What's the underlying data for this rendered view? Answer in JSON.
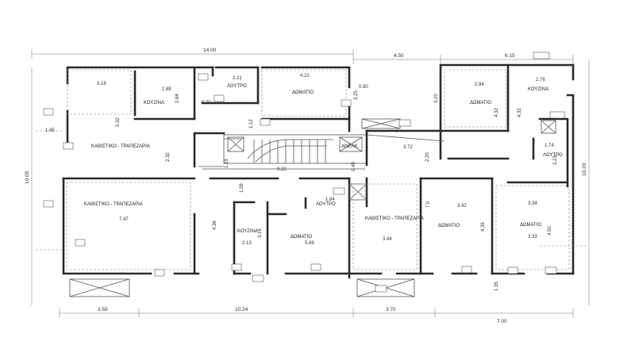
{
  "rooms": {
    "kitchen_top_left": "ΚΟΥΖΙΝΑ",
    "living_top_left": "ΚΑΘΙΣΤΙΚΟ - ΤΡΑΠΕΖΑΡΙΑ",
    "bath_top": "ΛΟΥΤΡΟ",
    "bedroom_top_mid": "ΔΩΜΑΤΙΟ",
    "elevator": "ΑΝΕΛΚ.",
    "bedroom_top_right": "ΔΩΜΑΤΙΟ",
    "kitchen_top_right": "ΚΟΥΖΙΝΑ",
    "bath_right": "ΛΟΥΤΡΟ",
    "living_bottom_left": "ΚΑΘΙΣΤΙΚΟ - ΤΡΑΠΕΖΑΡΙΑ",
    "kitchen_bottom_mid": "ΚΟΥΖΙΝΑ",
    "bedroom_bottom_mid": "ΔΩΜΑΤΙΟ",
    "bath_bottom_mid": "ΛΟΥΤΡΟ",
    "living_bottom_right": "ΚΑΘΙΣΤΙΚΟ - ΤΡΑΠΕΖΑΡΙΑ",
    "bedroom_bottom_right1": "ΔΩΜΑΤΙΟ",
    "bedroom_bottom_right2": "ΔΩΜΑΤΙΟ"
  },
  "dimensions": {
    "top_total": "14.00",
    "top_mid": "4.50",
    "top_right": "6.15",
    "left_total": "10.05",
    "right_total": "10.20",
    "bottom_a": "3.59",
    "bottom_b": "10.24",
    "bottom_c": "3.70",
    "bottom_d": "7.00",
    "d_3_18": "3.18",
    "d_2_88": "2.88",
    "d_2_84": "2.84",
    "d_5_32": "5.32",
    "d_2_21": "2.21",
    "d_4_22": "4.22",
    "d_0_70": "0.70",
    "d_0_90": "0.90",
    "d_3_25": "3.25",
    "d_1_12": "1.12",
    "d_2_94": "2.94",
    "d_2_76": "2.76",
    "d_4_32a": "4.32",
    "d_4_32b": "4.32",
    "d_3_20": "3.20",
    "d_1_45": "1.45",
    "d_2_32": "2.32",
    "d_3_72": "3.72",
    "d_2_20": "2.20",
    "d_1_74": "1.74",
    "d_2_23": "2.23",
    "d_1_19": "1.19",
    "d_9_22": "9.22",
    "d_0_49": "0.49",
    "d_1_08": "1.08",
    "d_1_84": "1.84",
    "d_7_47": "7.47",
    "d_4_36": "4.36",
    "d_2_13": "2.13",
    "d_3_16": "3.16",
    "d_5_86": "5.86",
    "d_3_42": "3.42",
    "d_3_34": "3.34",
    "d_4_35": "4.35",
    "d_4_50": "4.50",
    "d_3_33": "3.33",
    "d_3_44": "3.44",
    "d_1_35": "1.35",
    "d_7_0": "7.0"
  }
}
